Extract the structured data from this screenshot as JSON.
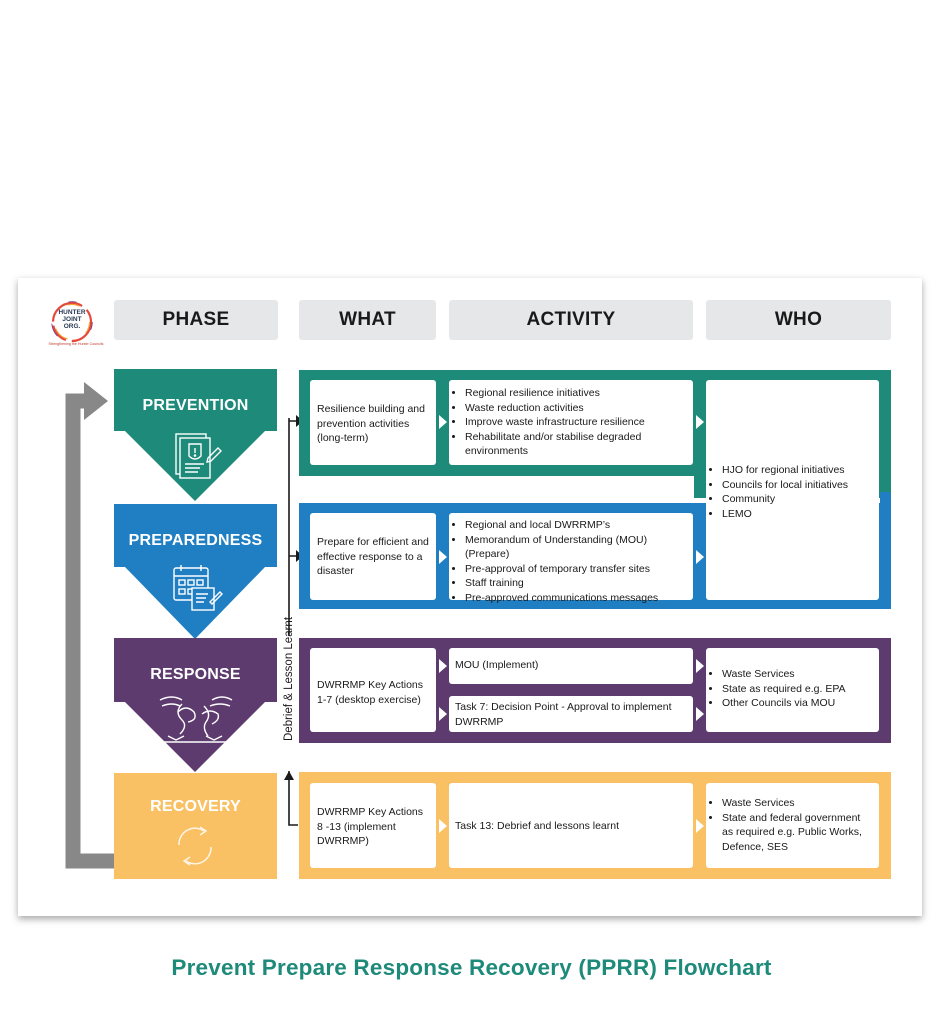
{
  "logo": {
    "line1": "HUNTER",
    "line2": "JOINT",
    "line3": "ORG.",
    "tagline": "Strengthening the Hunter Councils"
  },
  "headers": {
    "phase": "PHASE",
    "what": "WHAT",
    "activity": "ACTIVITY",
    "who": "WHO"
  },
  "phases": [
    {
      "label": "PREVENTION",
      "color": "#1e8a7a",
      "icon": "document-warning-icon"
    },
    {
      "label": "PREPAREDNESS",
      "color": "#1f7fc2",
      "icon": "calendar-plan-icon"
    },
    {
      "label": "RESPONSE",
      "color": "#5e3b6e",
      "icon": "storm-damage-icon"
    },
    {
      "label": "RECOVERY",
      "color": "#f9c064",
      "icon": "recycle-arrows-icon"
    }
  ],
  "side_label": "Debrief & Lesson Learnt",
  "rows": {
    "prevention": {
      "what": "Resilience building and prevention activities (long-term)",
      "activity": [
        "Regional resilience initiatives",
        "Waste reduction activities",
        "Improve waste infrastructure resilience",
        "Rehabilitate and/or stabilise degraded environments"
      ]
    },
    "preparedness": {
      "what": "Prepare for efficient and effective response to a disaster",
      "activity": [
        "Regional and local DWRRMP’s",
        "Memorandum of Understanding (MOU) (Prepare)",
        "Pre-approval of temporary transfer sites",
        "Staff training",
        "Pre-approved communications messages"
      ]
    },
    "shared_who": [
      "HJO for regional initiatives",
      "Councils for local initiatives",
      "Community",
      "LEMO"
    ],
    "response": {
      "what": "DWRRMP Key Actions 1-7 (desktop exercise)",
      "activity_1": "MOU (Implement)",
      "activity_2": "Task 7: Decision Point - Approval to implement DWRRMP",
      "who": [
        "Waste Services",
        "State as required e.g. EPA",
        "Other Councils via MOU"
      ]
    },
    "recovery": {
      "what": "DWRRMP Key Actions 8 -13 (implement DWRRMP)",
      "activity": "Task 13: Debrief and lessons learnt",
      "who": [
        "Waste Services",
        "State and federal government as required  e.g. Public Works, Defence, SES"
      ]
    }
  },
  "title": "Prevent Prepare Response Recovery (PPRR) Flowchart"
}
